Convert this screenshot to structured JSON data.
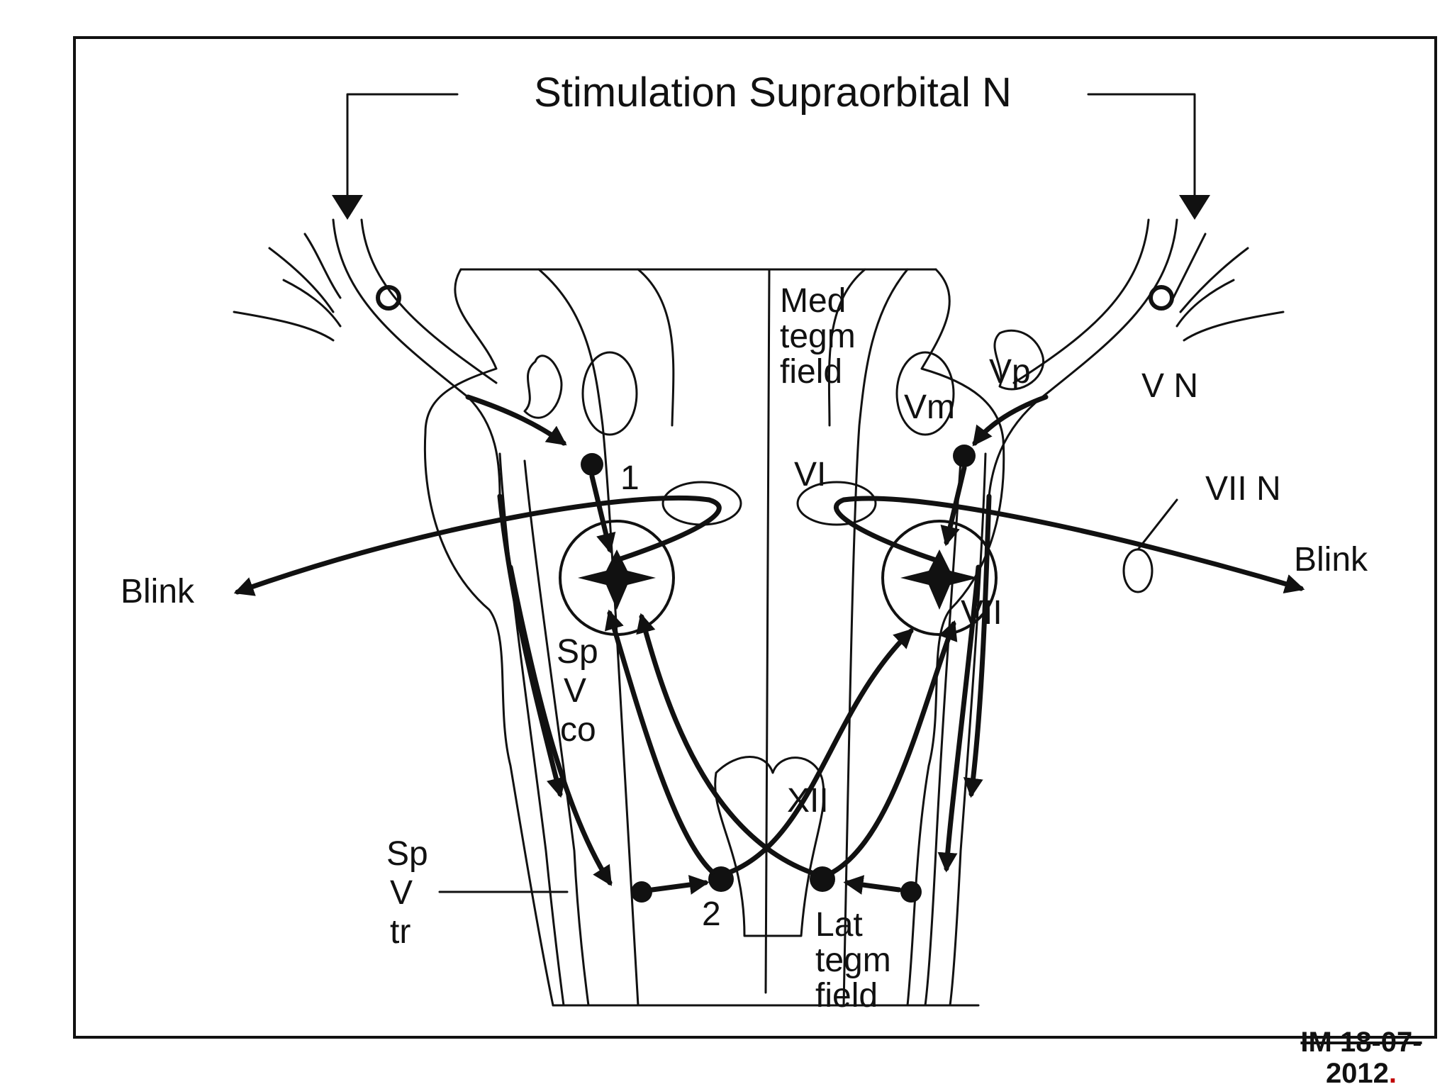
{
  "diagram": {
    "title": "Stimulation Supraorbital N",
    "labels": {
      "med_tegm": [
        "Med",
        "tegm",
        "field"
      ],
      "vp": "Vp",
      "vm": "Vm",
      "vn": "V N",
      "vi": "VI",
      "viin": "VII N",
      "vii": "VII",
      "blink_left": "Blink",
      "blink_right": "Blink",
      "node1": "1",
      "node2": "2",
      "sp_v_co": [
        "Sp",
        "V",
        "co"
      ],
      "sp_v_tr": [
        "Sp",
        "V",
        "tr"
      ],
      "xii": "XII",
      "lat_tegm": [
        "Lat",
        "tegm",
        "field"
      ]
    }
  },
  "footer": {
    "line1": "IM 18-07-",
    "line2": "2012",
    "dot": "."
  }
}
